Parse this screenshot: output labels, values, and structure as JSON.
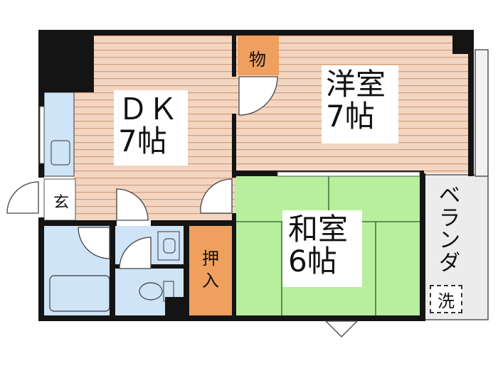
{
  "rooms": {
    "dk": {
      "line1": "ＤＫ",
      "line2": "7帖"
    },
    "yoshitsu": {
      "line1": "洋室",
      "line2": "7帖"
    },
    "washitsu": {
      "line1": "和室",
      "line2": "6帖"
    }
  },
  "storage": {
    "mono": "物",
    "oshi_1": "押",
    "oshi_2": "入"
  },
  "entrance": "玄",
  "balcony": {
    "chars": [
      "ベ",
      "ラ",
      "ン",
      "ダ"
    ],
    "laundry": "洗"
  },
  "colors": {
    "wall": "#141414",
    "floor_wood": "#f2d6c2",
    "floor_wood_line": "#d79a78",
    "tatami": "#b7ef9c",
    "storage": "#ef9f5e",
    "wet_area": "#cfe4f7",
    "balcony": "#ececec"
  }
}
